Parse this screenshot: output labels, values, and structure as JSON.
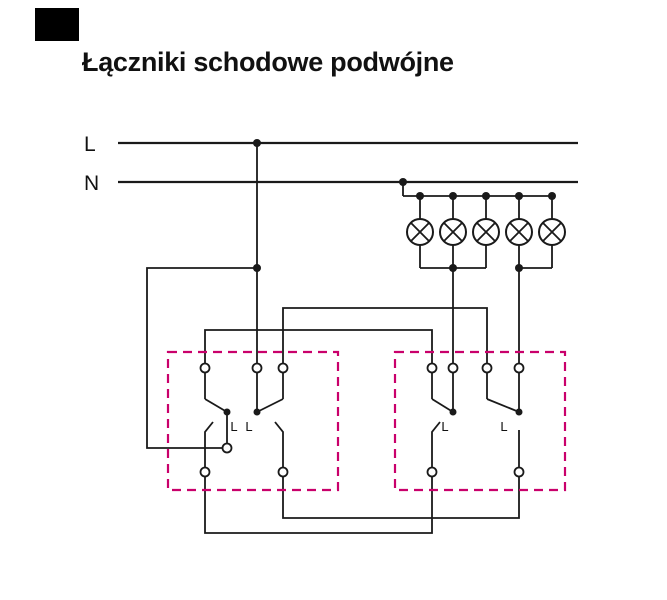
{
  "title": "Łączniki schodowe podwójne",
  "rails": {
    "live_label": "L",
    "neutral_label": "N"
  },
  "switches": {
    "left_box": {
      "gang1_common_label": "L",
      "gang2_common_label": "L"
    },
    "right_box": {
      "gang1_common_label": "L",
      "gang2_common_label": "L"
    }
  },
  "lamps": {
    "count": 5,
    "group_a_count": 3,
    "group_b_count": 2
  },
  "colors": {
    "wire": "#1a1a1a",
    "switch_box": "#c9006b",
    "background": "#ffffff",
    "corner_mark": "#000000"
  }
}
